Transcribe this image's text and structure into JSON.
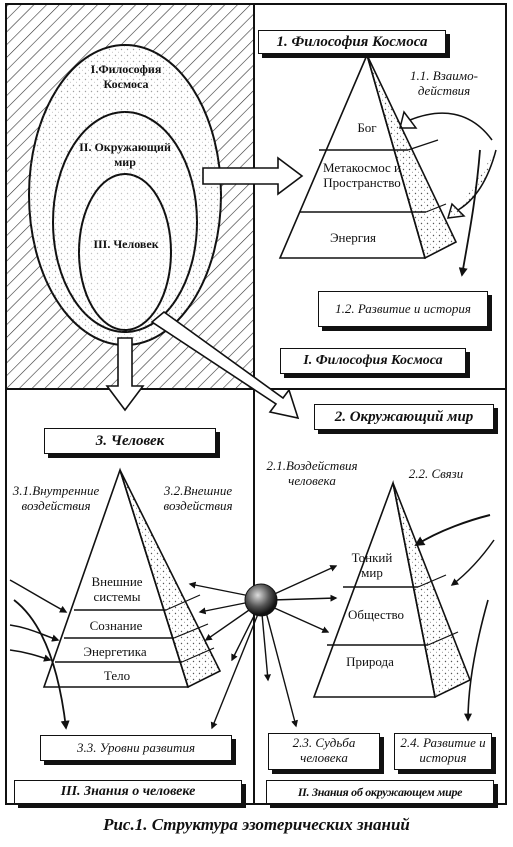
{
  "caption": "Рис.1. Структура эзотерических знаний",
  "ellipses": {
    "outer": "I.Философия Космоса",
    "middle": "II. Окружающий мир",
    "inner": "III. Человек"
  },
  "quadrant_1": {
    "title": "1. Философия Космоса",
    "interactions": "1.1. Взаимо-действия",
    "development": "1.2. Развитие и история",
    "footer": "I. Философия Космоса",
    "pyramid_levels": [
      "Бог",
      "Метакосмос и Пространство",
      "Энергия"
    ]
  },
  "quadrant_2": {
    "title": "2. Окружающий мир",
    "influence": "2.1.Воздействия человека",
    "links": "2.2. Связи",
    "fate": "2.3. Судьба человека",
    "development": "2.4. Развитие и история",
    "footer": "II. Знания об окружающем мире",
    "pyramid_levels": [
      "Тонкий мир",
      "Общество",
      "Природа"
    ]
  },
  "quadrant_3": {
    "title": "3. Человек",
    "internal": "3.1.Внутренние воздействия",
    "external": "3.2.Внешние воздействия",
    "levels": "3.3. Уровни развития",
    "footer": "III. Знания о человеке",
    "pyramid_levels": [
      "Внешние системы",
      "Сознание",
      "Энергетика",
      "Тело"
    ]
  },
  "colors": {
    "ink": "#111111",
    "paper": "#ffffff",
    "hatch": "#333333"
  }
}
